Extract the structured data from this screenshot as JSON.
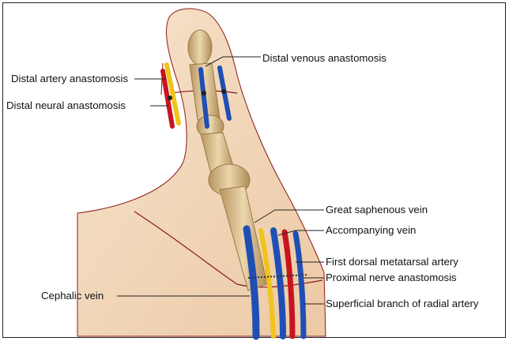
{
  "labels": {
    "distal_venous_anastomosis": "Distal venous anastomosis",
    "distal_artery_anastomosis": "Distal artery anastomosis",
    "distal_neural_anastomosis": "Distal neural anastomosis",
    "great_saphenous_vein": "Great saphenous vein",
    "accompanying_vein": "Accompanying vein",
    "first_dorsal_metatarsal_artery": "First dorsal metatarsal artery",
    "proximal_nerve_anastomosis": "Proximal nerve anastomosis",
    "cephalic_vein": "Cephalic vein",
    "superficial_branch_of_radial_artery": "Superficial branch of radial artery"
  },
  "colors": {
    "skin": "#f3dcc2",
    "skin_outline": "#8a1a1a",
    "bone": "#d8bb8c",
    "vein": "#1f4fb5",
    "artery": "#c8141e",
    "nerve": "#f0c419"
  }
}
